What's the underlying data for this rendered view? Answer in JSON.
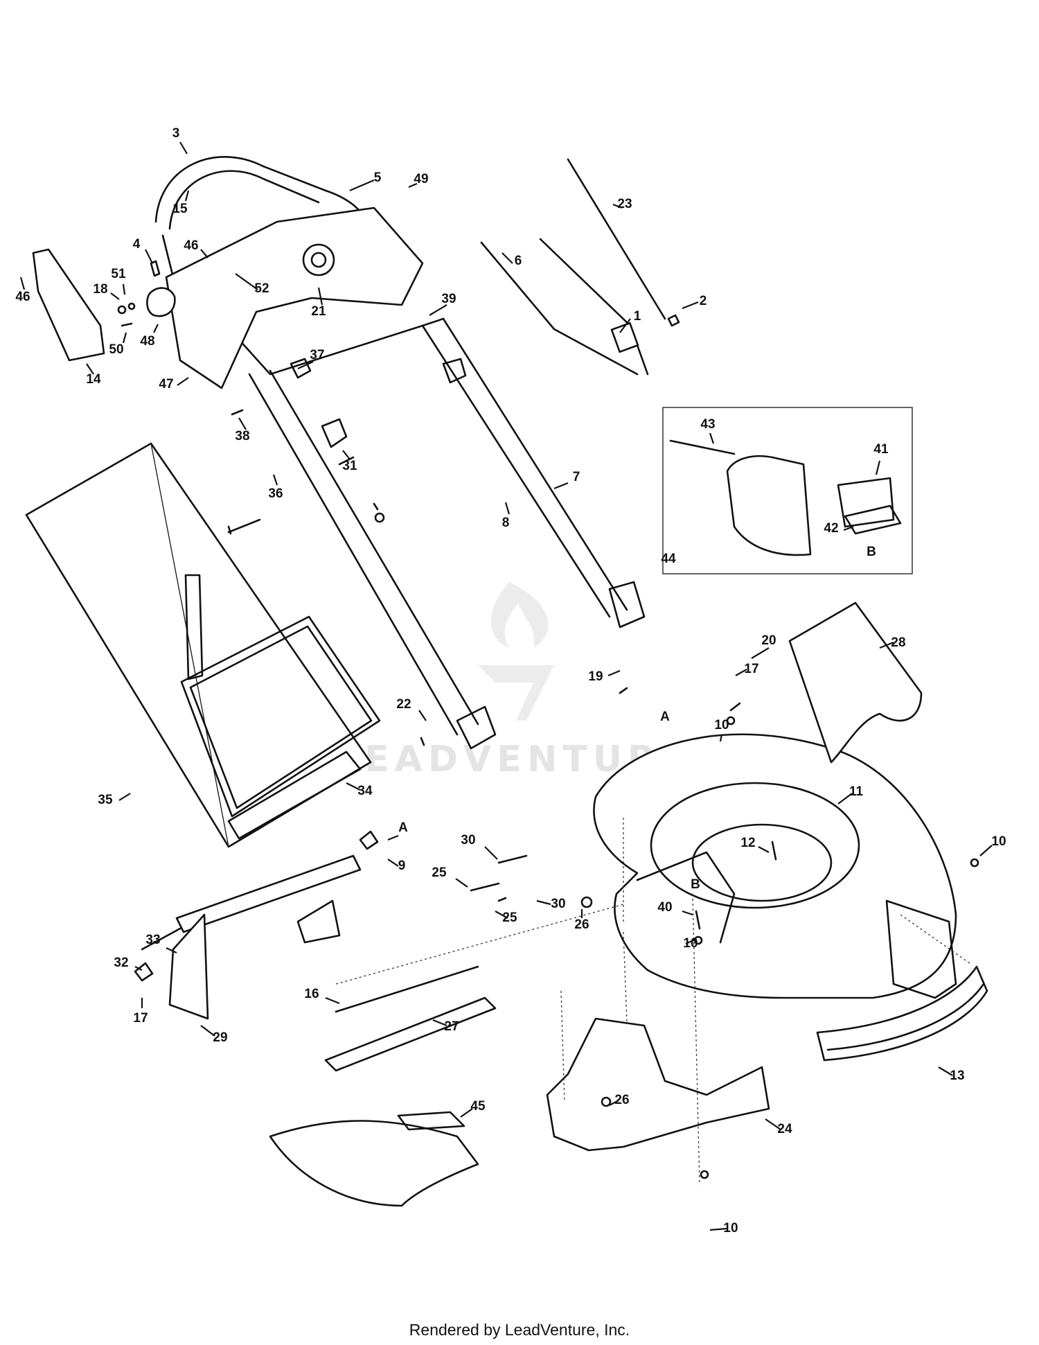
{
  "watermark": "LEADVENTURE",
  "footer": "Rendered by LeadVenture, Inc.",
  "callouts": [
    "1",
    "2",
    "3",
    "4",
    "5",
    "6",
    "7",
    "8",
    "9",
    "10",
    "10",
    "10",
    "10",
    "11",
    "12",
    "13",
    "14",
    "15",
    "16",
    "17",
    "17",
    "18",
    "19",
    "20",
    "21",
    "22",
    "23",
    "24",
    "25",
    "25",
    "26",
    "26",
    "27",
    "28",
    "29",
    "30",
    "30",
    "31",
    "32",
    "33",
    "34",
    "35",
    "36",
    "37",
    "38",
    "39",
    "40",
    "41",
    "42",
    "43",
    "44",
    "45",
    "46",
    "46",
    "47",
    "48",
    "49",
    "50",
    "51",
    "52",
    "A",
    "A",
    "B",
    "B"
  ]
}
